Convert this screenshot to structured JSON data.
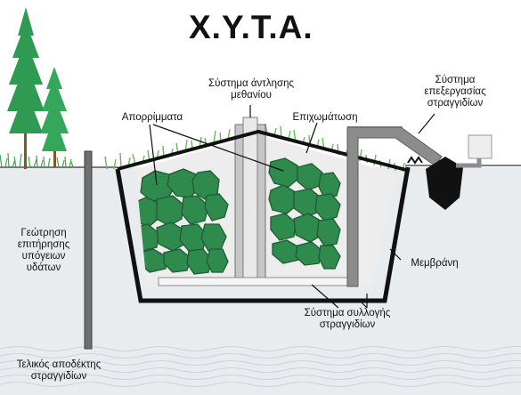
{
  "title": "Χ.Υ.Τ.Α.",
  "labels": {
    "methane_system": [
      "Σύστημα άντλησης",
      "μεθανίου"
    ],
    "treatment_system": [
      "Σύστημα",
      "επεξεργασίας",
      "στραγγιδίων"
    ],
    "waste": "Απορρίμματα",
    "cover": "Επιχωμάτωση",
    "borehole": [
      "Γεώτρηση",
      "επιτήρησης",
      "υπόγειων",
      "υδάτων"
    ],
    "membrane": "Μεμβράνη",
    "collection_system": [
      "Σύστημα συλλογής",
      "στραγγιδίων"
    ],
    "final_receiver": [
      "Τελικός αποδέκτης",
      "στραγγιδίων"
    ]
  },
  "colors": {
    "waste_green": "#2f8a4e",
    "grass": "#5fbf4f",
    "tree": "#2e9a52",
    "soil": "#eaedf0",
    "liner": "#111111",
    "pipe": "#8c8c8c"
  }
}
